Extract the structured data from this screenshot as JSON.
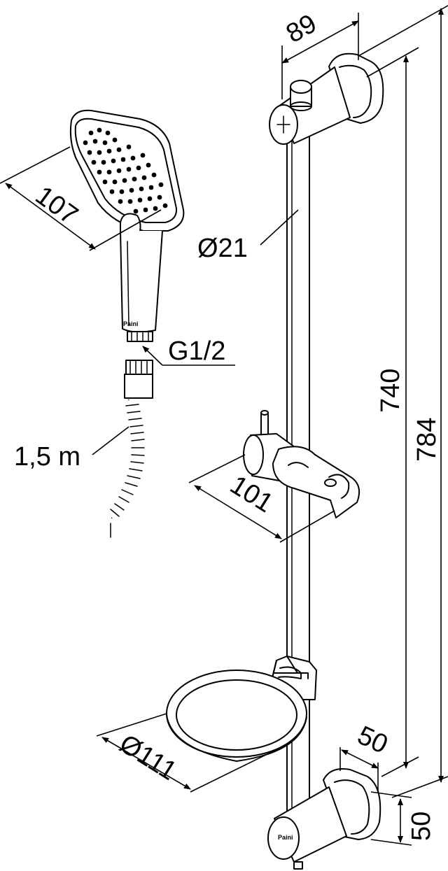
{
  "dimensions": {
    "bracket_width": "89",
    "handshower_width": "107",
    "rail_diameter": "Ø21",
    "thread": "G1/2",
    "hose_length": "1,5 m",
    "holder_width": "101",
    "rail_length": "740",
    "overall_height": "784",
    "soap_dish_diameter": "Ø111",
    "bottom_bracket_depth": "50",
    "bottom_bracket_height": "50"
  },
  "brand_marks": {
    "handshower": "Paini",
    "bottom_bracket": "Paini"
  }
}
